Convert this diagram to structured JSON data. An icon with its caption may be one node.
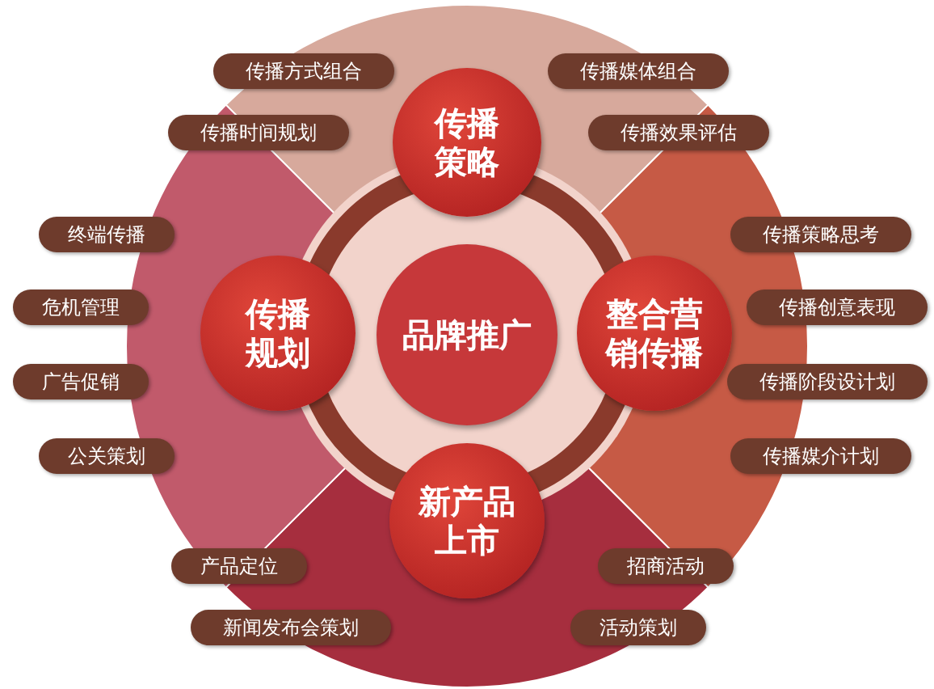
{
  "diagram": {
    "nodes": [
      {
        "text": [
          "品牌推广"
        ]
      },
      {
        "text": [
          "传播策略"
        ]
      },
      {
        "text": [
          "传播规划"
        ]
      },
      {
        "text": [
          "整合营销传播"
        ]
      },
      {
        "text": [
          "新产品上市"
        ]
      },
      {
        "text": [
          "传播方式组合"
        ]
      },
      {
        "text": [
          "传播时间规划"
        ]
      },
      {
        "text": [
          "传播媒体组合"
        ]
      },
      {
        "text": [
          "传播效果评估"
        ]
      },
      {
        "text": [
          "终端传播"
        ]
      },
      {
        "text": [
          "危机管理"
        ]
      },
      {
        "text": [
          "广告促销"
        ]
      },
      {
        "text": [
          "公关策划"
        ]
      },
      {
        "text": [
          "传播策略思考"
        ]
      },
      {
        "text": [
          "传播创意表现"
        ]
      },
      {
        "text": [
          "传播阶段设计划"
        ]
      },
      {
        "text": [
          "传播媒介计划"
        ]
      },
      {
        "text": [
          "产品定位"
        ]
      },
      {
        "text": [
          "新闻发布会策划"
        ]
      },
      {
        "text": [
          "招商活动"
        ]
      },
      {
        "text": [
          "活动策划"
        ]
      }
    ]
  }
}
